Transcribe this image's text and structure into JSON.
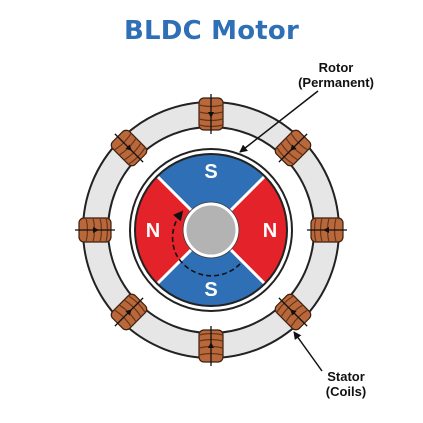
{
  "title": "BLDC Motor",
  "labels": {
    "rotor_line1": "Rotor",
    "rotor_line2": "(Permanent)",
    "stator_line1": "Stator",
    "stator_line2": "(Coils)"
  },
  "poles": {
    "top": "S",
    "bottom": "S",
    "left": "N",
    "right": "N"
  },
  "colors": {
    "title": "#2f6fb5",
    "south_pole": "#2f6fb5",
    "north_pole": "#e4222a",
    "coil": "#b9683b",
    "stator_ring": "#e6e6e6",
    "shaft": "#b3b3b3"
  },
  "icons": {
    "coil_count": 8,
    "rotation_arrow": "counterclockwise"
  }
}
